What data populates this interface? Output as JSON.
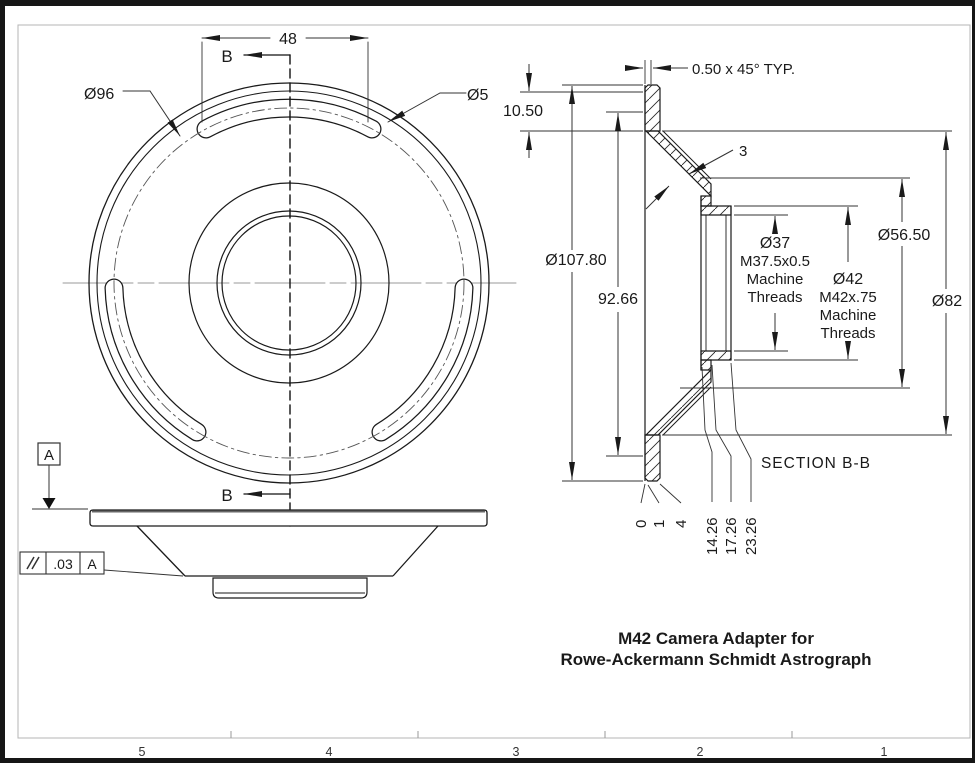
{
  "front_view": {
    "dim_48": "48",
    "dia_96": "Ø96",
    "dia_5": "Ø5",
    "section_letter_top": "B",
    "section_letter_bottom": "B"
  },
  "side_view": {
    "datum_label": "A",
    "fcf_tolerance": ".03",
    "fcf_datum": "A"
  },
  "section_view": {
    "chamfer_note": "0.50 x 45° TYP.",
    "flange_thickness": "10.50",
    "wall_thickness": "3",
    "dia_od": "Ø107.80",
    "dim_height": "92.66",
    "dia_37": "Ø37",
    "thread_37": "M37.5x0.5",
    "machine_1": "Machine",
    "threads_1": "Threads",
    "dia_42": "Ø42",
    "thread_42": "M42x.75",
    "machine_2": "Machine",
    "threads_2": "Threads",
    "dia_5650": "Ø56.50",
    "dia_82": "Ø82",
    "section_label": "SECTION B-B",
    "ordinates": [
      "0",
      "1",
      "4",
      "14.26",
      "17.26",
      "23.26"
    ]
  },
  "title_block": {
    "line1": "M42 Camera Adapter for",
    "line2": "Rowe-Ackermann Schmidt Astrograph"
  },
  "border": {
    "zones": [
      "5",
      "4",
      "3",
      "2",
      "1"
    ]
  },
  "colors": {
    "line": "#1a1a1a",
    "centerline": "#999999",
    "frame": "#b5b5b5"
  }
}
